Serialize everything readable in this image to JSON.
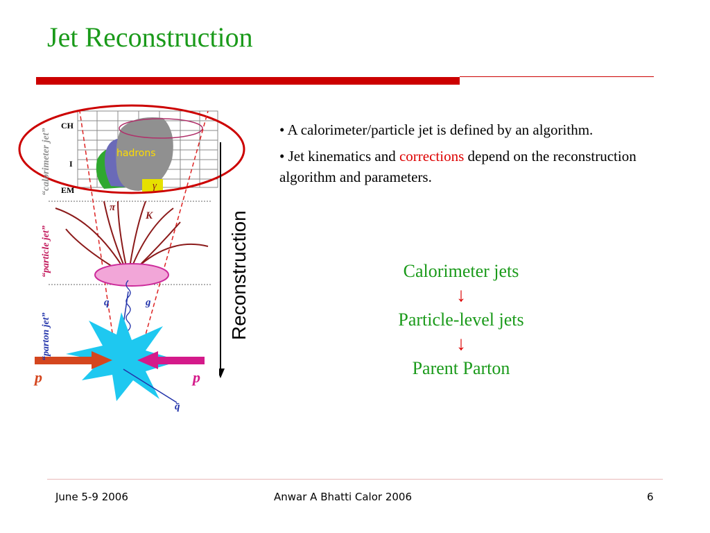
{
  "slide": {
    "title": "Jet Reconstruction",
    "bullets": [
      {
        "text": "• A calorimeter/particle jet is defined by an algorithm."
      },
      {
        "before": "• Jet kinematics and ",
        "highlight": "corrections",
        "after": " depend on the reconstruction algorithm and parameters."
      }
    ],
    "flow": {
      "items": [
        "Calorimeter jets",
        "Particle-level jets",
        "Parent Parton"
      ],
      "arrow": "↓"
    },
    "colors": {
      "title": "#1a9a1a",
      "accent_red": "#cc0000",
      "flow_green": "#1a9a1a"
    }
  },
  "diagram": {
    "vertical_label": "Reconstruction",
    "side_labels": {
      "calorimeter": "“calorimeter jet”",
      "particle": "“particle jet”",
      "parton": "“parton jet”"
    },
    "layer_labels": {
      "ch": "CH",
      "i": "I",
      "em": "EM"
    },
    "hadrons_label": "hadrons",
    "particle_labels": {
      "pi": "π",
      "k": "K",
      "gamma": "γ",
      "q": "q",
      "g": "g",
      "qbar": "q̄",
      "p_left": "p",
      "p_right": "p"
    }
  },
  "footer": {
    "date": "June 5-9 2006",
    "author": "Anwar A Bhatti  Calor 2006",
    "page": "6"
  }
}
